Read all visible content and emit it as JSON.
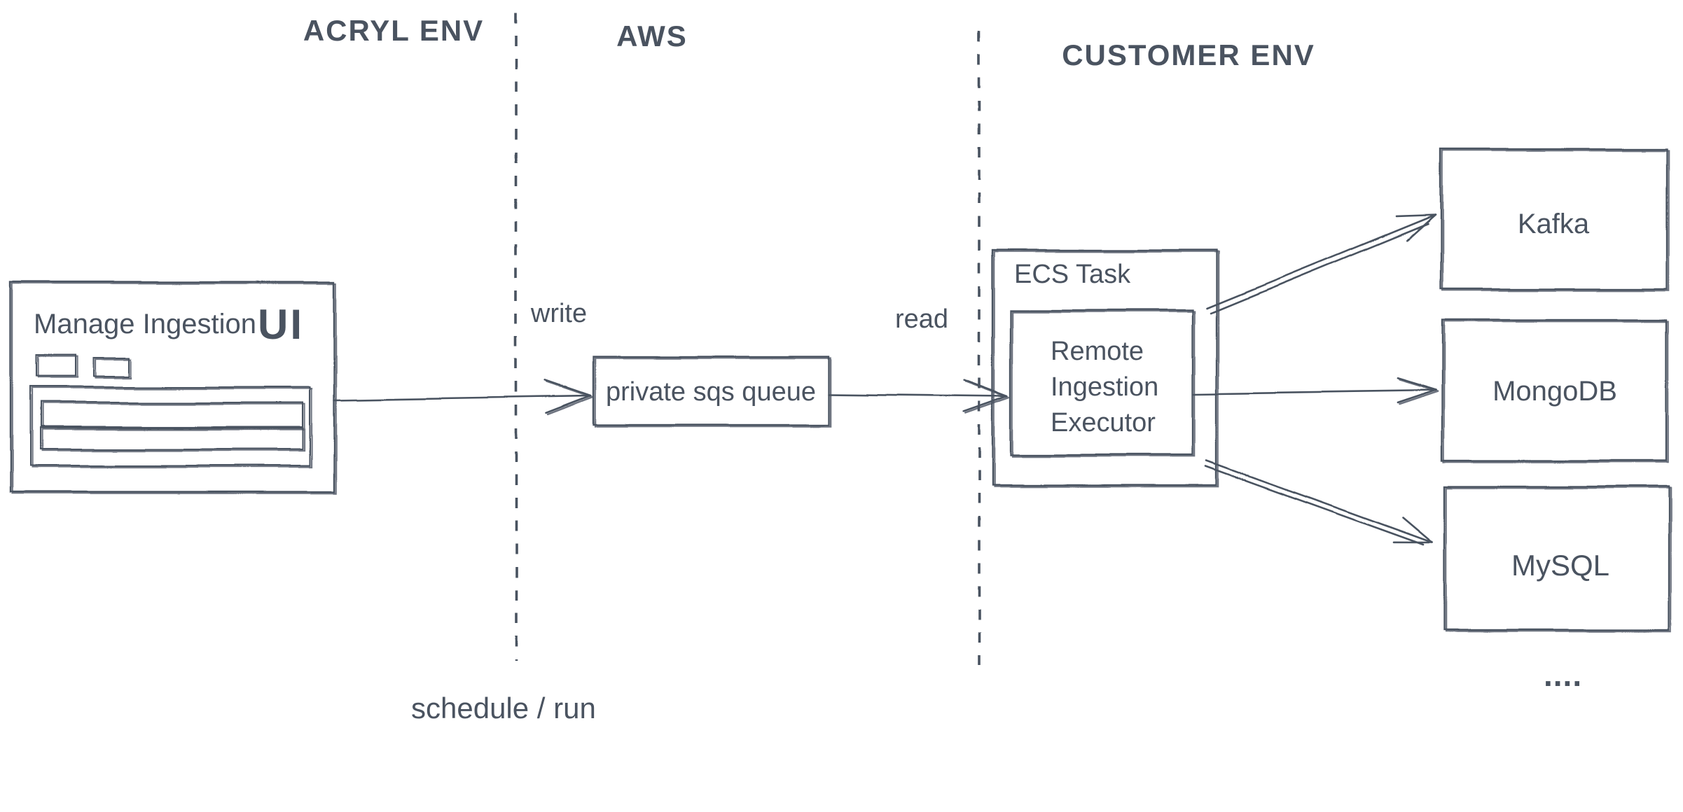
{
  "diagram": {
    "zones": {
      "acryl": "ACRYL ENV",
      "aws": "AWS",
      "customer": "CUSTOMER ENV"
    },
    "ui_box": {
      "title": "Manage Ingestion",
      "badge": "UI"
    },
    "queue": {
      "label": "private sqs queue"
    },
    "ecs": {
      "title": "ECS Task",
      "executor_lines": [
        "Remote",
        "Ingestion",
        "Executor"
      ]
    },
    "targets": [
      {
        "name": "Kafka"
      },
      {
        "name": "MongoDB"
      },
      {
        "name": "MySQL"
      }
    ],
    "edge_labels": {
      "write": "write",
      "read": "read",
      "schedule": "schedule / run"
    },
    "more_targets": "....",
    "colors": {
      "ink": "#4a5360",
      "background": "#ffffff"
    }
  }
}
